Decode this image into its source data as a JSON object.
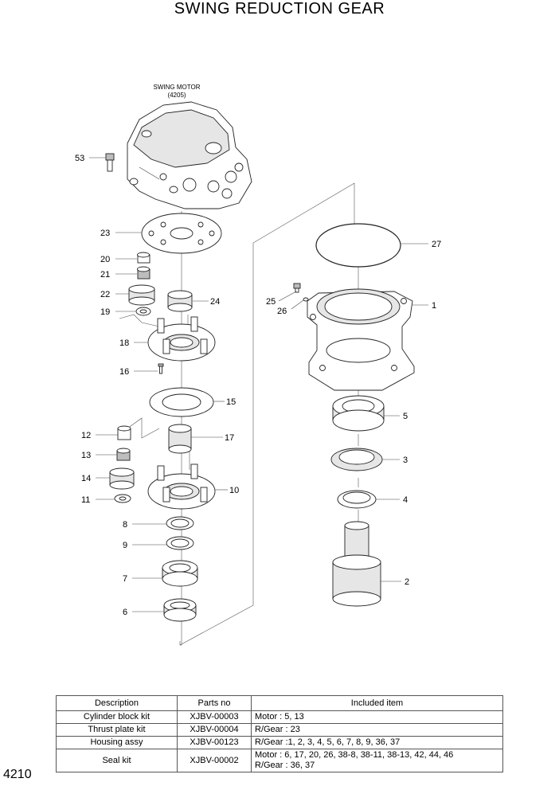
{
  "title": "SWING REDUCTION GEAR",
  "page_number": "4210",
  "motor_label": {
    "name": "SWING MOTOR",
    "ref": "(4205)"
  },
  "callouts": [
    "53",
    "23",
    "20",
    "21",
    "22",
    "24",
    "19",
    "18",
    "16",
    "15",
    "12",
    "17",
    "13",
    "14",
    "10",
    "11",
    "8",
    "9",
    "7",
    "6",
    "27",
    "25",
    "26",
    "1",
    "5",
    "3",
    "4",
    "2"
  ],
  "table": {
    "headers": [
      "Description",
      "Parts no",
      "Included item"
    ],
    "rows": [
      [
        "Cylinder block kit",
        "XJBV-00003",
        "Motor :  5, 13"
      ],
      [
        "Thrust plate kit",
        "XJBV-00004",
        "R/Gear : 23"
      ],
      [
        "Housing assy",
        "XJBV-00123",
        "R/Gear :1, 2, 3, 4, 5, 6, 7, 8, 9, 36, 37"
      ],
      [
        "Seal  kit",
        "XJBV-00002",
        "Motor : 6, 17, 20, 26, 38-8, 38-11, 38-13, 42, 44, 46\nR/Gear : 36, 37"
      ]
    ]
  }
}
